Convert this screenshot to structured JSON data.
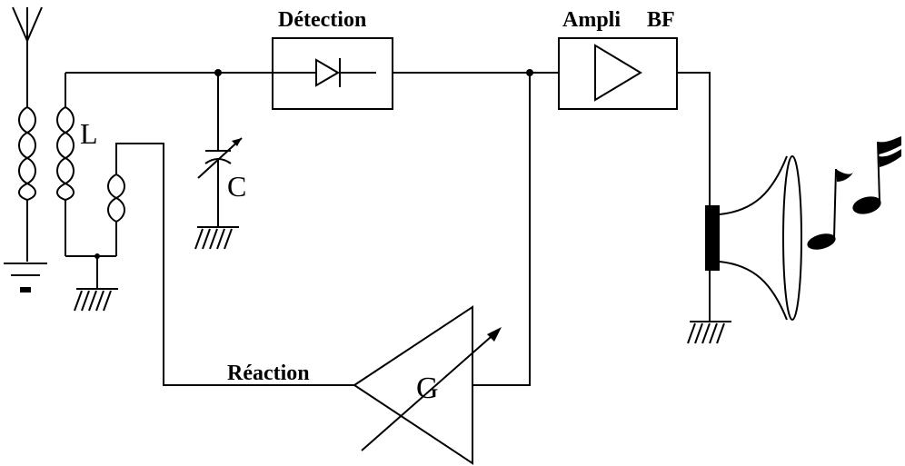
{
  "diagram": {
    "labels": {
      "detection": "Détection",
      "ampli": "Ampli",
      "bf": "BF",
      "inductor": "L",
      "capacitor": "C",
      "reaction": "Réaction",
      "gain": "G"
    },
    "colors": {
      "line": "#000000",
      "background": "#ffffff"
    }
  }
}
